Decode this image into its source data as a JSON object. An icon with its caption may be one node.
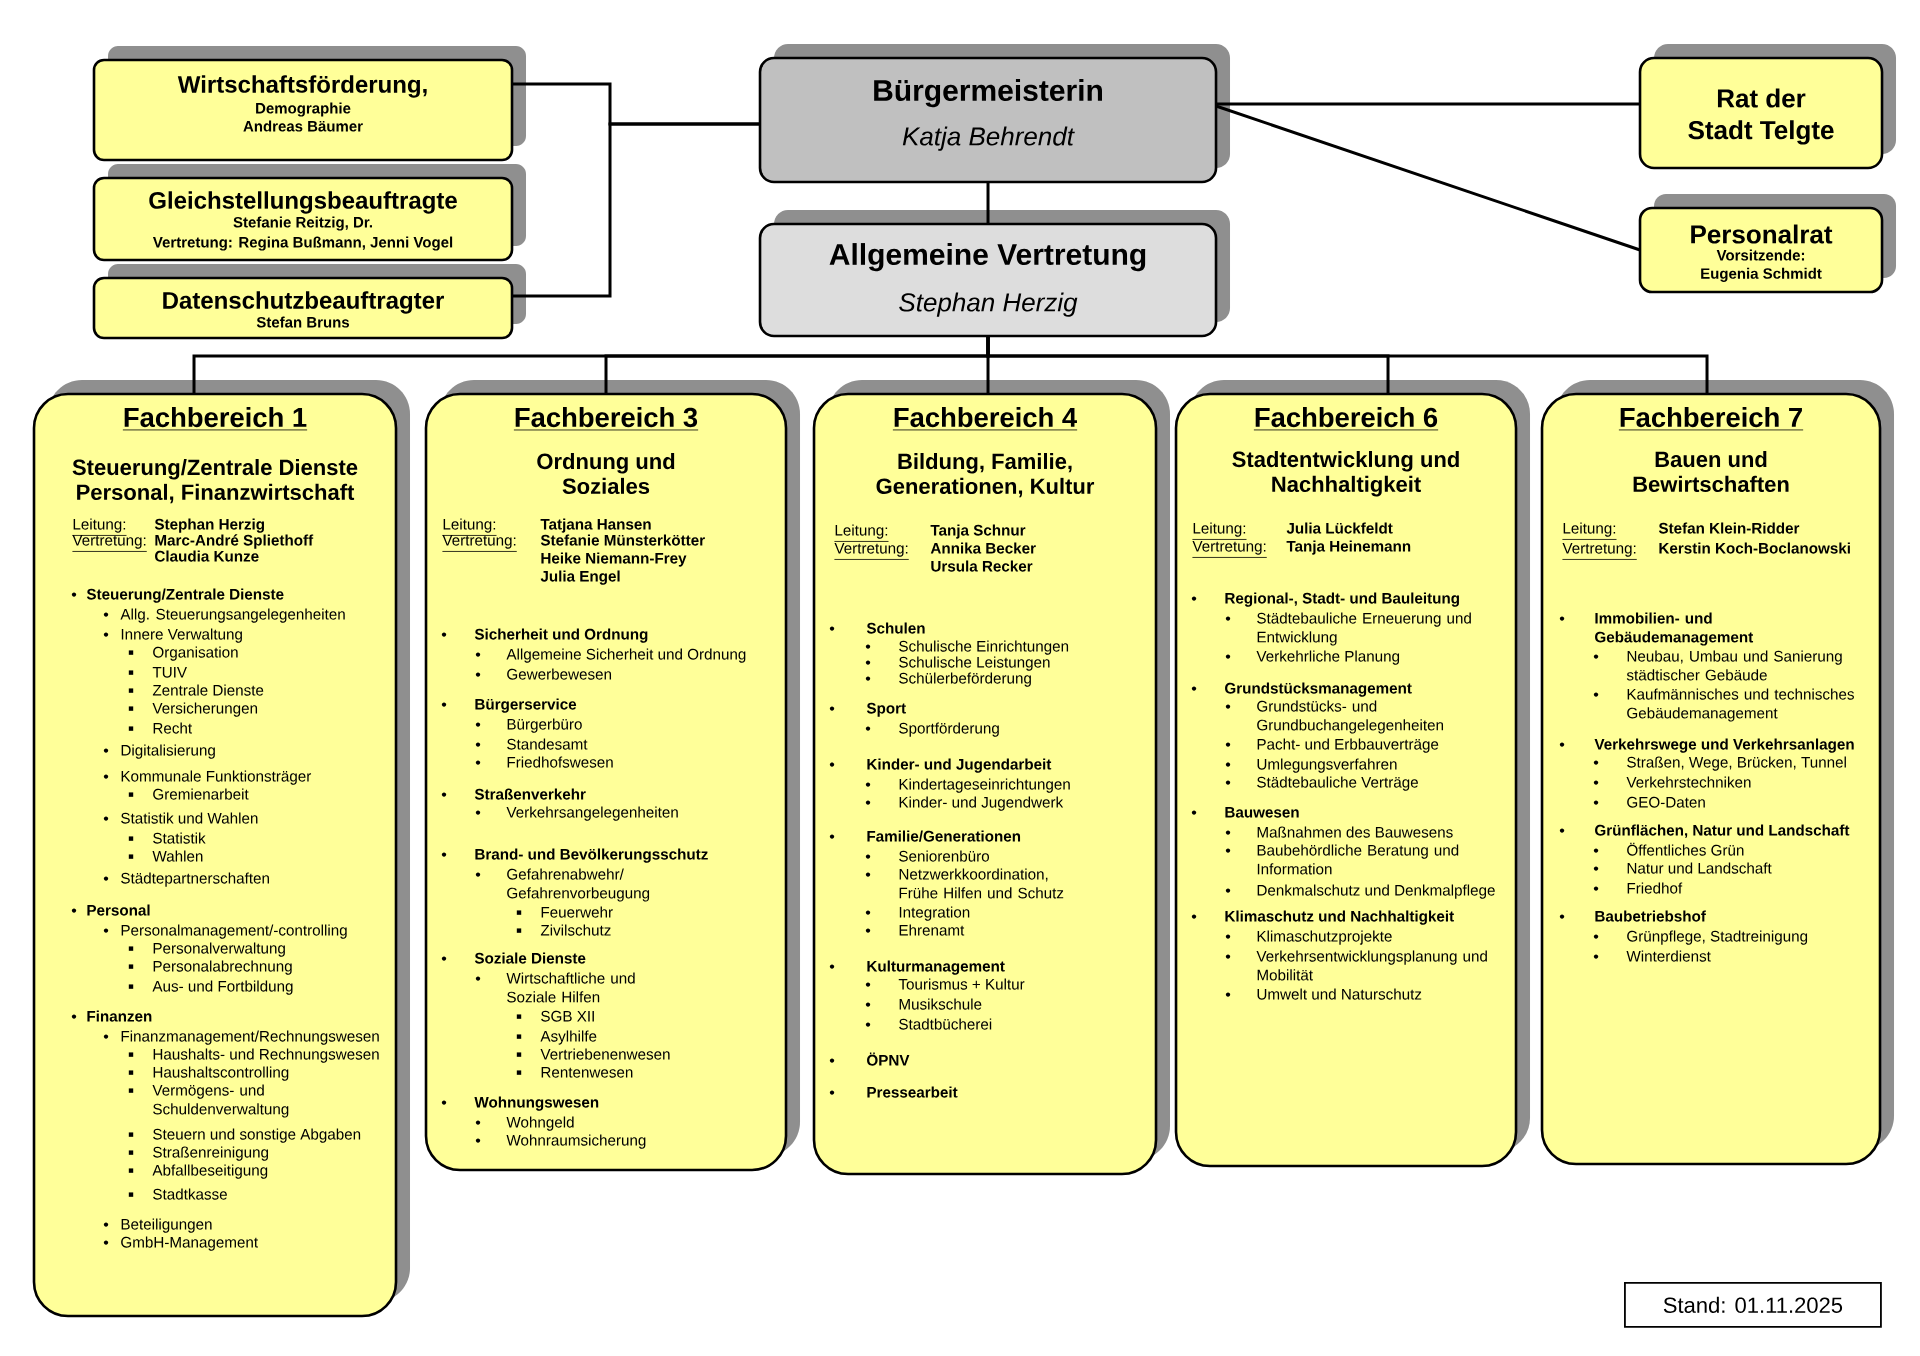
{
  "diagram": {
    "nodes": [
      {
        "text": [
          "Wirtschaftsförderung,",
          "Demographie",
          "Andreas Bäumer"
        ]
      },
      {
        "text": [
          "Gleichstellungsbeauftragte",
          "Stefanie Reitzig, Dr.",
          "Vertretung: Regina Bußmann, Jenni Vogel"
        ]
      },
      {
        "text": [
          "Datenschutzbeauftragter",
          "Stefan Bruns"
        ]
      },
      {
        "text": [
          "Bürgermeisterin",
          "Katja Behrendt"
        ]
      },
      {
        "text": [
          "Rat der Stadt Telgte"
        ]
      },
      {
        "text": [
          "Personalrat",
          "Vorsitzende: Eugenia Schmidt"
        ]
      },
      {
        "text": [
          "Allgemeine Vertretung",
          "Stephan Herzig"
        ]
      },
      {
        "text": [
          "Fachbereich 1",
          "Steuerung/Zentrale Dienste Personal, Finanzwirtschaft",
          "Leitung:",
          "Stephan Herzig",
          "Vertretung:",
          "Marc-André Spliethoff",
          "Claudia Kunze",
          "Steuerung/Zentrale Dienste",
          "Allg. Steuerungsangelegenheiten",
          "Innere Verwaltung",
          "Organisation",
          "TUIV",
          "Zentrale Dienste",
          "Versicherungen",
          "Recht",
          "Digitalisierung",
          "Kommunale Funktionsträger",
          "Gremienarbeit",
          "Statistik und Wahlen",
          "Statistik",
          "Wahlen",
          "Städtepartnerschaften",
          "Personal",
          "Personalmanagement/-controlling",
          "Personalverwaltung",
          "Personalabrechnung",
          "Aus- und Fortbildung",
          "Finanzen",
          "Finanzmanagement/Rechnungswesen",
          "Haushalts- und Rechnungswesen",
          "Haushaltscontrolling",
          "Vermögens- und Schuldenverwaltung",
          "Steuern und sonstige Abgaben",
          "Straßenreinigung",
          "Abfallbeseitigung",
          "Stadtkasse",
          "Beteiligungen",
          "GmbH-Management"
        ]
      },
      {
        "text": [
          "Fachbereich 3",
          "Ordnung und Soziales",
          "Leitung:",
          "Tatjana Hansen",
          "Vertretung:",
          "Stefanie Münsterkötter",
          "Heike Niemann-Frey",
          "Julia Engel",
          "Sicherheit und Ordnung",
          "Allgemeine Sicherheit und Ordnung",
          "Gewerbewesen",
          "Bürgerservice",
          "Bürgerbüro",
          "Standesamt",
          "Friedhofswesen",
          "Straßenverkehr",
          "Verkehrsangelegenheiten",
          "Brand- und Bevölkerungsschutz",
          "Gefahrenabwehr/ Gefahrenvorbeugung",
          "Feuerwehr",
          "Zivilschutz",
          "Soziale Dienste",
          "Wirtschaftliche und Soziale Hilfen",
          "SGB XII",
          "Asylhilfe",
          "Vertriebenenwesen",
          "Rentenwesen",
          "Wohnungswesen",
          "Wohngeld",
          "Wohnraumsicherung"
        ]
      },
      {
        "text": [
          "Fachbereich 4",
          "Bildung, Familie, Generationen, Kultur",
          "Leitung:",
          "Tanja Schnur",
          "Vertretung:",
          "Annika Becker",
          "Ursula Recker",
          "Schulen",
          "Schulische Einrichtungen",
          "Schulische Leistungen",
          "Schülerbeförderung",
          "Sport",
          "Sportförderung",
          "Kinder- und Jugendarbeit",
          "Kindertageseinrichtungen",
          "Kinder- und Jugendwerk",
          "Familie/Generationen",
          "Seniorenbüro",
          "Netzwerkkoordination, Frühe Hilfen und Schutz",
          "Integration",
          "Ehrenamt",
          "Kulturmanagement",
          "Tourismus + Kultur",
          "Musikschule",
          "Stadtbücherei",
          "ÖPNV",
          "Pressearbeit"
        ]
      },
      {
        "text": [
          "Fachbereich 6",
          "Stadtentwicklung und Nachhaltigkeit",
          "Leitung:",
          "Julia Lückfeldt",
          "Vertretung:",
          "Tanja Heinemann",
          "Regional-, Stadt- und Bauleitung",
          "Städtebauliche Erneuerung und Entwicklung",
          "Verkehrliche Planung",
          "Grundstücksmanagement",
          "Grundstücks- und Grundbuchangelegenheiten",
          "Pacht- und Erbbauverträge",
          "Umlegungsverfahren",
          "Städtebauliche Verträge",
          "Bauwesen",
          "Maßnahmen des Bauwesens",
          "Baubehördliche Beratung und Information",
          "Denkmalschutz und Denkmalpflege",
          "Klimaschutz und Nachhaltigkeit",
          "Klimaschutzprojekte",
          "Verkehrsentwicklungsplanung und Mobilität",
          "Umwelt und Naturschutz"
        ]
      },
      {
        "text": [
          "Fachbereich 7",
          "Bauen und Bewirtschaften",
          "Leitung:",
          "Stefan Klein-Ridder",
          "Vertretung:",
          "Kerstin Koch-Boclanowski",
          "Immobilien- und Gebäudemanagement",
          "Neubau, Umbau und Sanierung städtischer Gebäude",
          "Kaufmännisches und technisches Gebäudemanagement",
          "Verkehrswege und Verkehrsanlagen",
          "Straßen, Wege, Brücken, Tunnel",
          "Verkehrstechniken",
          "GEO-Daten",
          "Grünflächen, Natur und Landschaft",
          "Öffentliches Grün",
          "Natur und Landschaft",
          "Friedhof",
          "Baubetriebshof",
          "Grünpflege, Stadtreinigung",
          "Winterdienst"
        ]
      },
      {
        "text": [
          "Stand: 01.11.2025"
        ]
      }
    ],
    "edges": [
      {
        "from": 3,
        "to": 0,
        "arrow": "none"
      },
      {
        "from": 3,
        "to": 2,
        "arrow": "none"
      },
      {
        "from": 3,
        "to": 4,
        "arrow": "none"
      },
      {
        "from": 3,
        "to": 5,
        "arrow": "none"
      },
      {
        "from": 3,
        "to": 6,
        "arrow": "none"
      },
      {
        "from": 6,
        "to": 7,
        "arrow": "none"
      },
      {
        "from": 6,
        "to": 8,
        "arrow": "none"
      },
      {
        "from": 6,
        "to": 9,
        "arrow": "none"
      },
      {
        "from": 6,
        "to": 10,
        "arrow": "none"
      },
      {
        "from": 6,
        "to": 11,
        "arrow": "none"
      }
    ]
  }
}
